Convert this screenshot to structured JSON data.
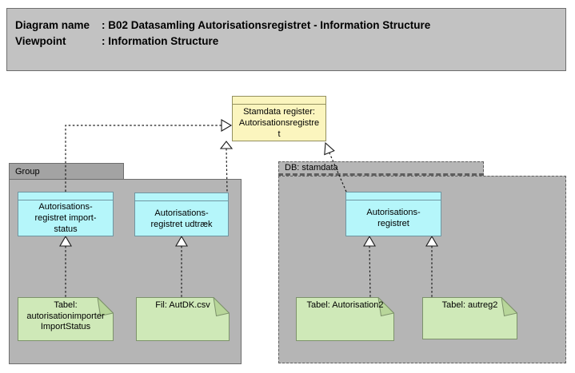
{
  "title_box": {
    "rows": [
      {
        "label": "Diagram name",
        "value": ": B02 Datasamling Autorisationsregistret - Information Structure"
      },
      {
        "label": "Viewpoint",
        "value": ": Information Structure"
      }
    ]
  },
  "containers": {
    "group": {
      "label": "Group"
    },
    "db": {
      "label": "DB: stamdata"
    }
  },
  "objects": {
    "stamdata_register": {
      "text": "Stamdata register:\nAutorisationsregistre\nt"
    },
    "import_status": {
      "text": "Autorisations-\nregistret import-\nstatus"
    },
    "udtraek": {
      "text": "Autorisations-\nregistret udtræk"
    },
    "autorisationsregistret": {
      "text": "Autorisations-\nregistret"
    }
  },
  "notes": {
    "import_table": {
      "text": "Tabel:\nautorisationimporter\nImportStatus"
    },
    "fil_autdk": {
      "text": "Fil: AutDK.csv"
    },
    "autorisation2": {
      "text": "Tabel: Autorisation2"
    },
    "autreg2": {
      "text": "Tabel: autreg2"
    }
  },
  "colors": {
    "title_fill": "#C2C2C2",
    "outline": "#6E6E6E",
    "container_fill": "#B5B5B5",
    "group_tab_fill": "#A3A3A3",
    "container_border": "#5F5F5F",
    "cyan_fill": "#B5F6FA",
    "cyan_border": "#6F96A1",
    "yellow_fill": "#FBF5BE",
    "yellow_border": "#94905F",
    "green_fill": "#CFE9B8",
    "green_border": "#7D926B",
    "green_flap": "#B8D69A",
    "line": "#1A1A1A"
  }
}
